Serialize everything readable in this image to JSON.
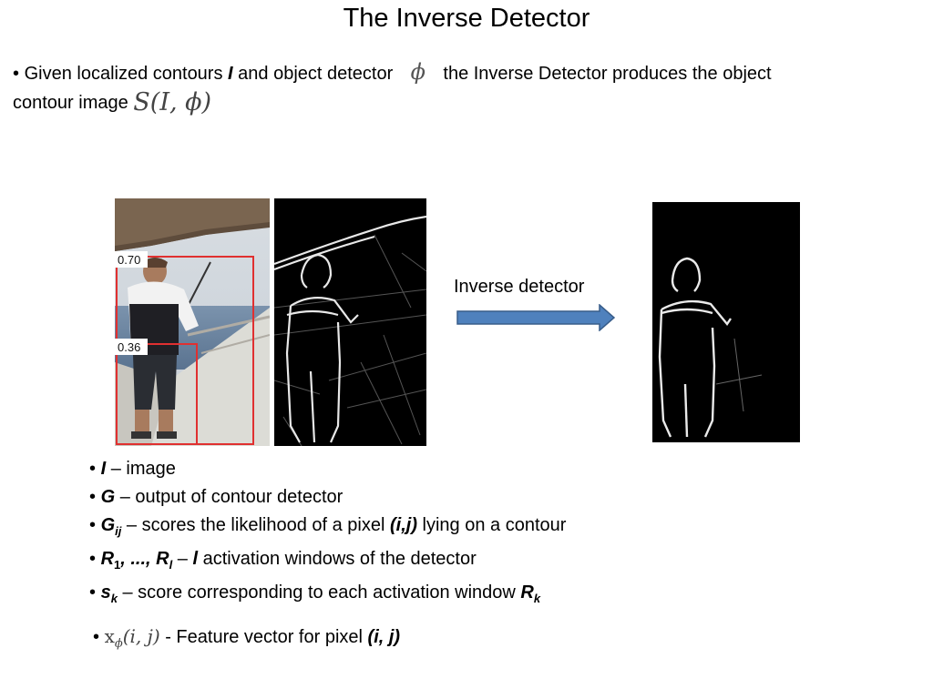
{
  "slide": {
    "title": "The Inverse Detector",
    "intro": {
      "bullet": "•",
      "part1": "Given localized contours ",
      "var_I": "I",
      "part2": " and object detector ",
      "phi": "ϕ",
      "part3": " the Inverse Detector produces the object contour image ",
      "formula": "S(I, ϕ)"
    },
    "figure": {
      "detection_scores": [
        "0.70",
        "0.36"
      ],
      "arrow_label": "Inverse detector",
      "colors": {
        "arrow_fill": "#4f81bd",
        "arrow_stroke": "#385d8a",
        "box": "#e03030"
      }
    },
    "bullets": {
      "mark": "•",
      "b1": {
        "sym": "I",
        "text": " – image"
      },
      "b2": {
        "sym": "G",
        "text": " – output of contour detector"
      },
      "b3": {
        "sym": "G",
        "sub": "ij",
        "text": " – scores the likelihood of a pixel ",
        "em": "(i,j)",
        "text2": " lying on a contour"
      },
      "b4": {
        "sym": "R",
        "sub1": "1",
        "mid": ", ..., R",
        "sub2": "l",
        "text": " –  ",
        "em": "l",
        "text2": " activation windows of the detector"
      },
      "b5": {
        "sym": "s",
        "sub": "k",
        "text": " –  score corresponding to each activation window ",
        "em": "R",
        "sub2": "k"
      },
      "b6": {
        "formula": "x",
        "formula_sub": "ϕ",
        "formula_args": "(i, j)",
        "text": " - Feature vector for pixel ",
        "em": "(i, j)"
      }
    }
  }
}
